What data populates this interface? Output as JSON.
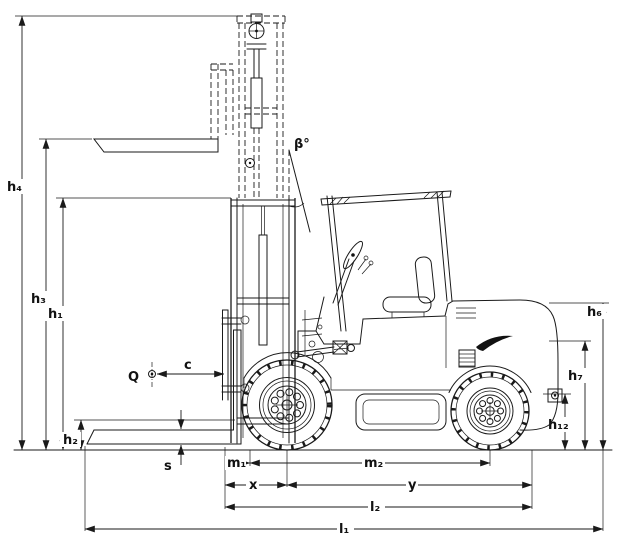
{
  "diagram": {
    "colors": {
      "line": "#1a1a1a",
      "background": "#ffffff"
    },
    "labels": {
      "h4": "h₄",
      "h3": "h₃",
      "h1": "h₁",
      "h2": "h₂",
      "h6": "h₆",
      "h7": "h₇",
      "h12": "h₁₂",
      "s": "s",
      "m1": "m₁",
      "m2": "m₂",
      "x": "x",
      "y": "y",
      "l2": "l₂",
      "l1": "l₁",
      "c": "c",
      "load": "Q",
      "beta": "β°"
    }
  }
}
